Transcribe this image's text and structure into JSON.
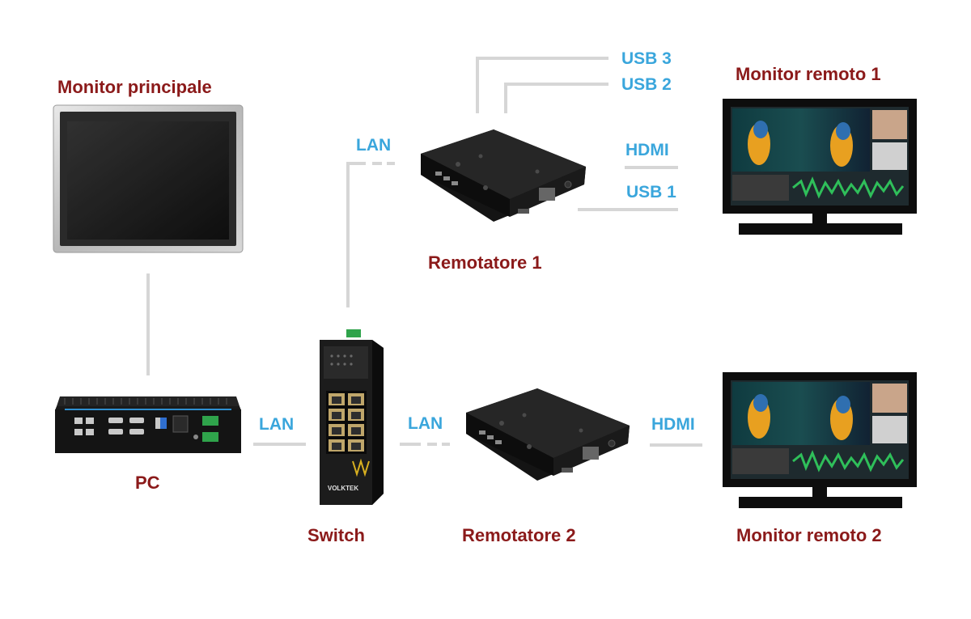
{
  "devices": {
    "main_monitor": "Monitor principale",
    "pc": "PC",
    "switch": "Switch",
    "remote_unit_1": "Remotatore 1",
    "remote_unit_2": "Remotatore 2",
    "remote_monitor_1": "Monitor remoto 1",
    "remote_monitor_2": "Monitor remoto 2",
    "switch_brand": "VOLKTEK"
  },
  "ports": {
    "usb3": "USB 3",
    "usb2": "USB 2",
    "hdmi_r1": "HDMI",
    "usb1": "USB 1",
    "lan_r1": "LAN",
    "lan_pc": "LAN",
    "lan_r2": "LAN",
    "hdmi_r2": "HDMI"
  },
  "colors": {
    "device_label": "#8b1a1a",
    "port_label": "#3aa6dc",
    "cable": "#d6d6d6"
  }
}
